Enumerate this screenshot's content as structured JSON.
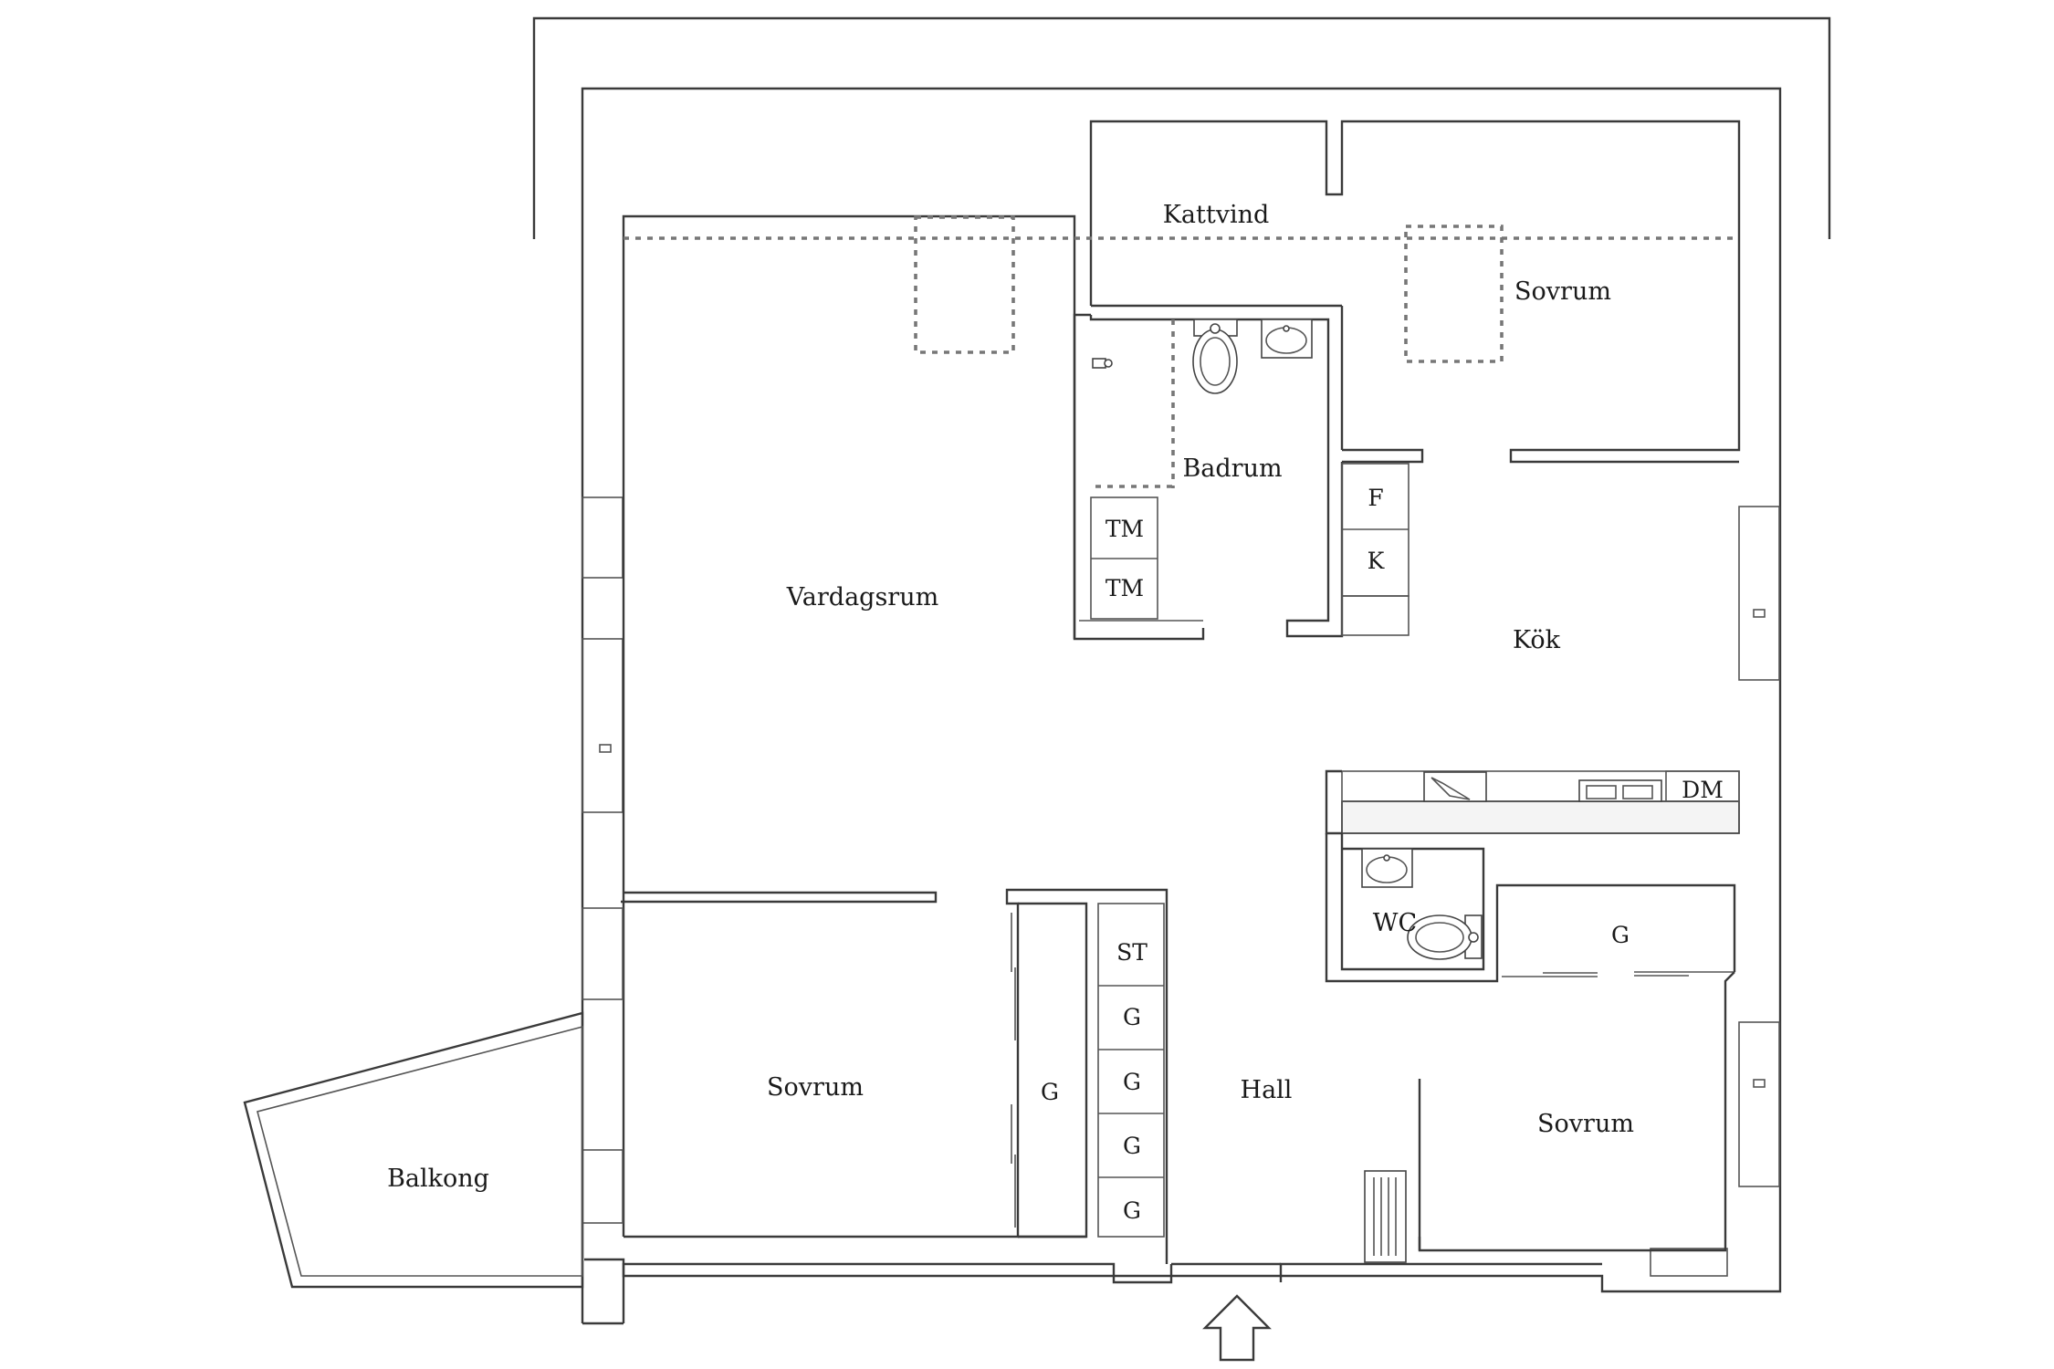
{
  "rooms": {
    "kattvind": "Kattvind",
    "sovrum_top": "Sovrum",
    "badrum": "Badrum",
    "vardagsrum": "Vardagsrum",
    "kok": "Kök",
    "wc": "WC",
    "hall": "Hall",
    "sovrum_left": "Sovrum",
    "sovrum_right": "Sovrum",
    "balkong": "Balkong"
  },
  "fixtures": {
    "tm1": "TM",
    "tm2": "TM",
    "f": "F",
    "k": "K",
    "dm": "DM",
    "st": "ST",
    "g_closet_wc": "G",
    "g_sovrum": "G",
    "g_hall_1": "G",
    "g_hall_2": "G",
    "g_hall_3": "G",
    "g_hall_4": "G"
  },
  "icons": {
    "entrance": "entrance-arrow-icon",
    "toilet": "toilet-icon",
    "sink": "sink-icon",
    "stove": "stove-icon",
    "radiator": "radiator-icon"
  }
}
